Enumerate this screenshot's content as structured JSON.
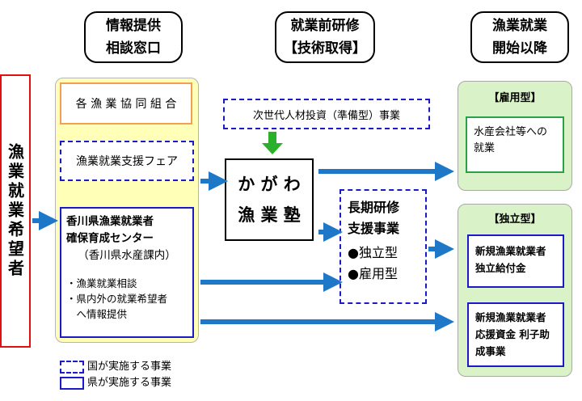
{
  "stages": {
    "info": "情報提供\n相談窓口",
    "training": "就業前研修\n【技術取得】",
    "start": "漁業就業\n開始以降"
  },
  "applicant": "漁業就業希望者",
  "left": {
    "coop": "各 漁 業 協 同 組 合",
    "fair": "漁業就業支援フェア",
    "center_title": "香川県漁業就業者\n確保育成センター",
    "center_sub": "（香川県水産課内）",
    "bullet1": "・漁業就業相談",
    "bullet2": "・県内外の就業希望者\n　へ情報提供"
  },
  "middle": {
    "investment": "次世代人材投資（準備型）事業",
    "juku": "か が わ\n漁 業 塾",
    "longterm_title": "長期研修\n支援事業",
    "type1": "●独立型",
    "type2": "●雇用型"
  },
  "right": {
    "employ_label": "【雇用型】",
    "employ_item": "水産会社等への\n就業",
    "indep_label": "【独立型】",
    "indep_item1": "新規漁業就業者\n独立給付金",
    "indep_item2": "新規漁業就業者\n応援資金 利子助\n成事業"
  },
  "legend": {
    "national": "国が実施する事業",
    "prefectural": "県が実施する事業"
  },
  "colors": {
    "blue_arrow": "#1f77c8",
    "green_arrow": "#2ab02a",
    "red_border": "#e01010",
    "orange_border": "#f0a050",
    "blue_border": "#1a1ac8",
    "green_border": "#2aa04a"
  }
}
